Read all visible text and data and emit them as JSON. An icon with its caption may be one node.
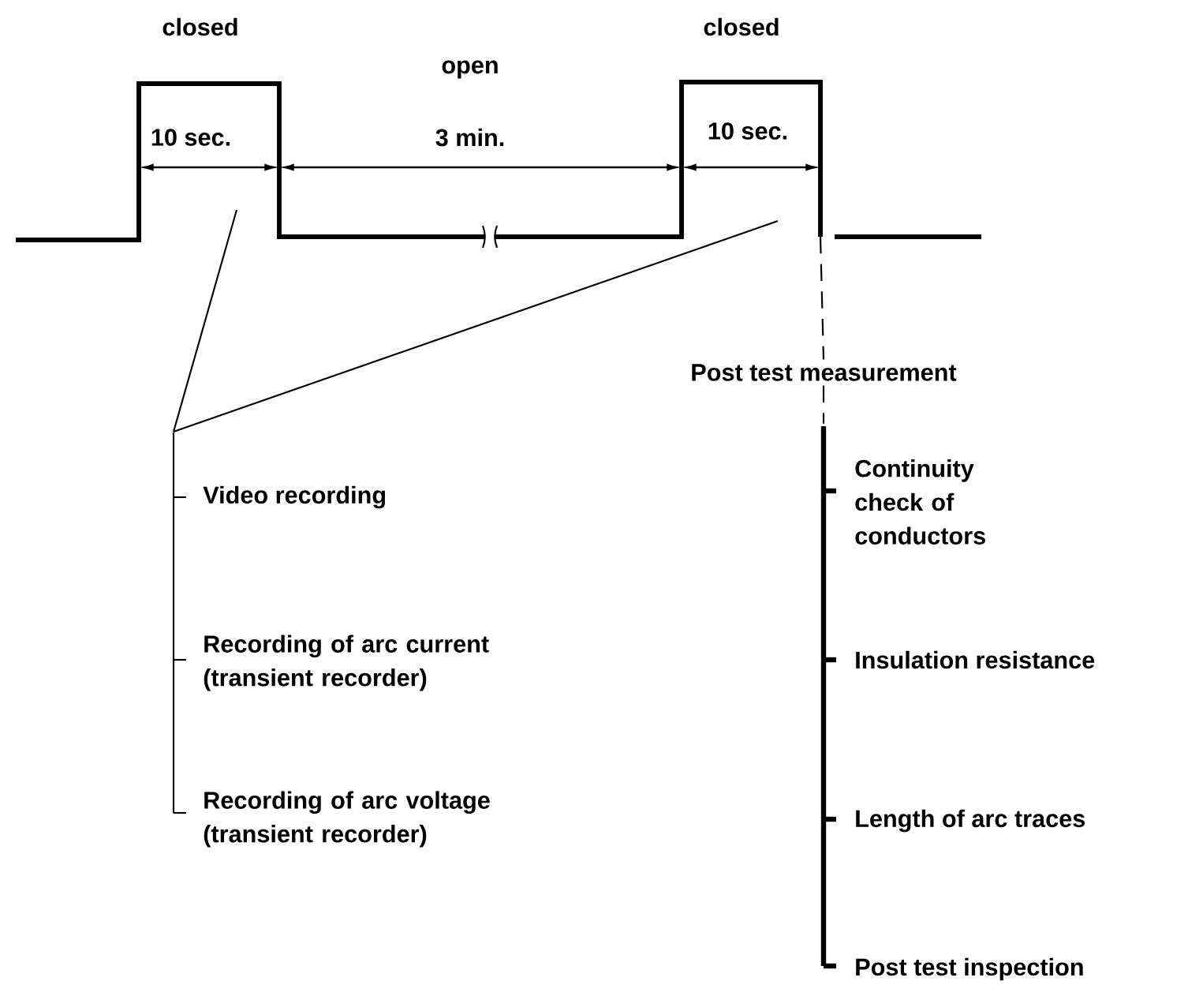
{
  "diagram": {
    "nodes": [
      {
        "text": [
          "Post test measurement"
        ]
      },
      {
        "text": [],
        "shape": "bar"
      },
      {
        "text": [],
        "shape": "bar"
      }
    ],
    "edges": [
      {
        "from": 1,
        "to": null,
        "arrow": "none"
      },
      {
        "from": 1,
        "to": null,
        "arrow": "none"
      },
      {
        "from": null,
        "to": 0,
        "arrow": "none",
        "style": "dashed"
      },
      {
        "from": 0,
        "to": 2,
        "arrow": "none",
        "style": "dashed"
      }
    ],
    "labels": [
      "closed",
      "closed",
      "open",
      "10 sec.",
      "3 min.",
      "10 sec.",
      "Video recording",
      "Continuity check of conductors",
      "Recording of arc current (transient recorder)",
      "Insulation resistance",
      "Recording of arc voltage (transient recorder)",
      "Length of arc traces",
      "Post test inspection"
    ]
  }
}
